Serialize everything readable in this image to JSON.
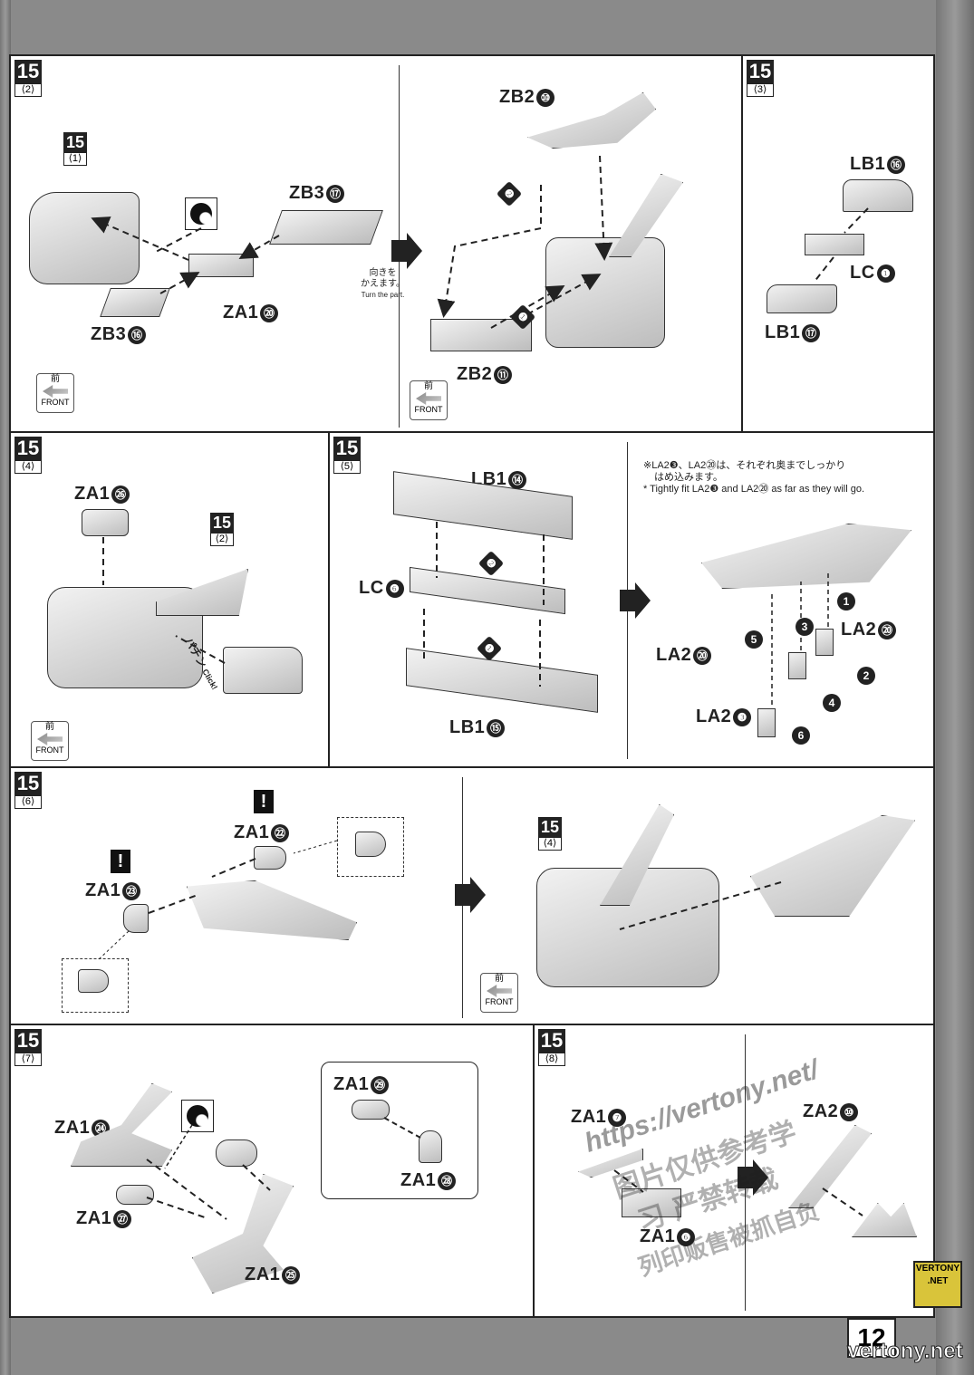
{
  "step": "15",
  "substeps": {
    "s2": "⟨2⟩",
    "s3": "⟨3⟩",
    "s4": "⟨4⟩",
    "s5": "⟨5⟩",
    "s6": "⟨6⟩",
    "s7": "⟨7⟩",
    "s8": "⟨8⟩",
    "s1": "⟨1⟩"
  },
  "panel2": {
    "parts": {
      "zb3_17": "ZB3",
      "zb3_17n": "⑰",
      "za1_20": "ZA1",
      "za1_20n": "⑳",
      "zb3_16": "ZB3",
      "zb3_16n": "⑯"
    },
    "turn_jp_1": "向きを",
    "turn_jp_2": "かえます。",
    "turn_en": "Turn the part.",
    "right": {
      "zb2_10": "ZB2",
      "zb2_10n": "⑩",
      "zb2_11": "ZB2",
      "zb2_11n": "⑪",
      "step1": "❶",
      "step2": "❷"
    }
  },
  "panel3": {
    "lb1_16": "LB1",
    "lb1_16n": "⑯",
    "lc1": "LC",
    "lc1n": "❶",
    "lb1_17": "LB1",
    "lb1_17n": "⑰"
  },
  "panel4": {
    "za1_26": "ZA1",
    "za1_26n": "㉖",
    "click_jp": "パチン",
    "click_en": "Click!"
  },
  "panel5": {
    "lb1_14": "LB1",
    "lb1_14n": "⑭",
    "lc6": "LC",
    "lc6n": "❻",
    "lb1_15": "LB1",
    "lb1_15n": "⑮",
    "s1": "❶",
    "s2": "❷",
    "note_jp_1": "※LA2❸、LA2⑳は、それぞれ奥までしっかり",
    "note_jp_2": "はめ込みます。",
    "note_en": "* Tightly fit  LA2❸  and  LA2⑳  as far as they will go.",
    "la2_20a": "LA2",
    "la2_20an": "⑳",
    "la2_20b": "LA2",
    "la2_20bn": "⑳",
    "la2_3": "LA2",
    "la2_3n": "❸",
    "nums": [
      "1",
      "2",
      "3",
      "4",
      "5",
      "6"
    ]
  },
  "panel6": {
    "za1_22": "ZA1",
    "za1_22n": "㉒",
    "za1_23": "ZA1",
    "za1_23n": "㉓",
    "warn": "!"
  },
  "panel7": {
    "za1_24": "ZA1",
    "za1_24n": "㉔",
    "za1_27": "ZA1",
    "za1_27n": "㉗",
    "za1_25": "ZA1",
    "za1_25n": "㉕",
    "za1_29": "ZA1",
    "za1_29n": "㉙",
    "za1_28": "ZA1",
    "za1_28n": "㉘"
  },
  "panel8": {
    "za1_7": "ZA1",
    "za1_7n": "❼",
    "za1_6": "ZA1",
    "za1_6n": "❻",
    "za2_10": "ZA2",
    "za2_10n": "⑩"
  },
  "front": {
    "kanji": "前",
    "en": "FRONT"
  },
  "watermark": {
    "url": "https://vertony.net/",
    "cn1": "图片仅供参考学",
    "cn2": "习 严禁转载",
    "cn3": "列印贩售被抓自负"
  },
  "page_number": "12",
  "site": "vertony.net",
  "logo": "VERTONY .NET"
}
